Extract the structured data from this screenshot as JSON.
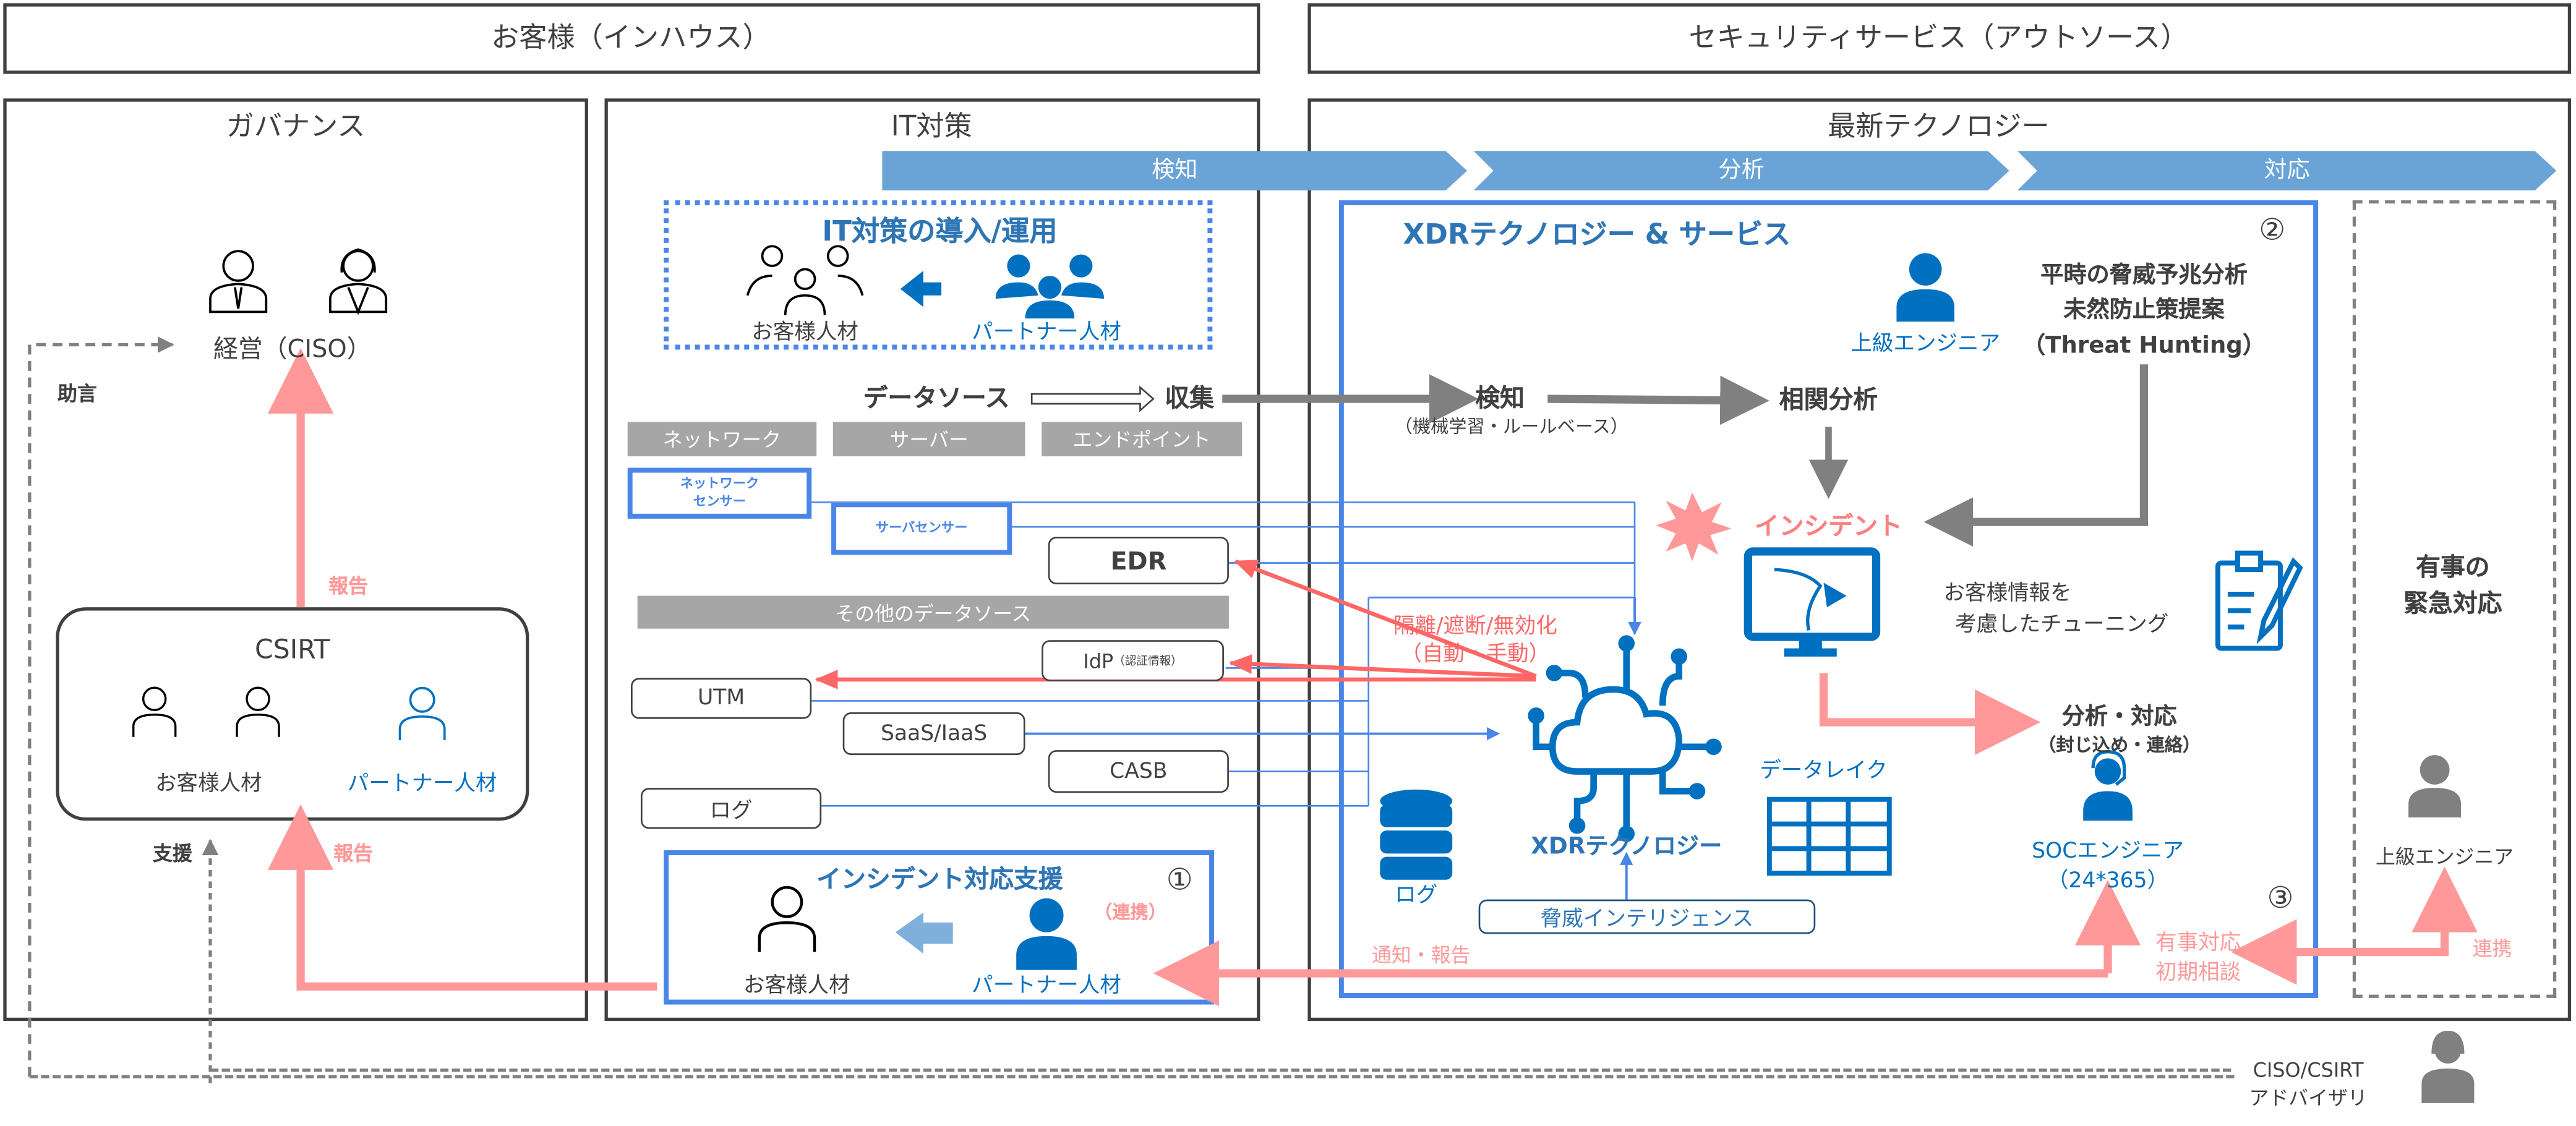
{
  "headers": {
    "inhouse": "お客様（インハウス）",
    "outsource": "セキュリティサービス（アウトソース）"
  },
  "sections": {
    "governance": "ガバナンス",
    "it": "IT対策",
    "tech": "最新テクノロジー"
  },
  "phases": [
    "検知",
    "分析",
    "対応"
  ],
  "governance": {
    "management": "経営（CISO）",
    "advice": "助言",
    "report_top": "報告",
    "report_bottom": "報告",
    "support": "支援",
    "csirt": {
      "title": "CSIRT",
      "customer": "お客様人材",
      "partner": "パートナー人材"
    }
  },
  "it": {
    "intro": {
      "title": "IT対策の導入/運用",
      "customer": "お客様人材",
      "partner": "パートナー人材"
    },
    "datasource": "データソース",
    "collect": "収集",
    "categories": [
      "ネットワーク",
      "サーバー",
      "エンドポイント"
    ],
    "network_sensor": [
      "ネットワーク",
      "センサー"
    ],
    "server_sensor": "サーバセンサー",
    "edr": "EDR",
    "other": "その他のデータソース",
    "idp": "IdP",
    "idp_note": "（認証情報）",
    "utm": "UTM",
    "saas": "SaaS/IaaS",
    "casb": "CASB",
    "log": "ログ",
    "support": {
      "title": "インシデント対応支援",
      "number": "①",
      "cooperation": "（連携）",
      "customer": "お客様人材",
      "partner": "パートナー人材"
    }
  },
  "xdr": {
    "title": "XDRテクノロジー & サービス",
    "number2": "②",
    "number3": "③",
    "senior": "上級エンジニア",
    "hunting": [
      "平時の脅威予兆分析",
      "未然防止策提案",
      "（Threat Hunting）"
    ],
    "detect": "検知",
    "detect_note": "（機械学習・ルールベース）",
    "correlation": "相関分析",
    "incident": "インシデント",
    "tuning": [
      "お客様情報を",
      "考慮したチューニング"
    ],
    "isolate": [
      "隔離/遮断/無効化",
      "（自動・手動）"
    ],
    "xdr_tech": "XDRテクノロジー",
    "log": "ログ",
    "datalake": "データレイク",
    "threat_intel": "脅威インテリジェンス",
    "response": [
      "分析・対応",
      "（封じ込め・連絡）"
    ],
    "soc": [
      "SOCエンジニア",
      "（24*365）"
    ],
    "notify": "通知・報告",
    "emergency_consult": [
      "有事対応",
      "初期相談"
    ]
  },
  "emergency": {
    "title": [
      "有事の",
      "緊急対応"
    ],
    "senior": "上級エンジニア",
    "cooperation": "連携"
  },
  "advisory": [
    "CISO/CSIRT",
    "アドバイザリ"
  ],
  "colors": {
    "blue": "#0070c0",
    "box_blue": "#4a86e8",
    "chevron": "#6aa3d5",
    "pink": "#ff9999",
    "red": "#ff6666",
    "gray": "#808080"
  }
}
